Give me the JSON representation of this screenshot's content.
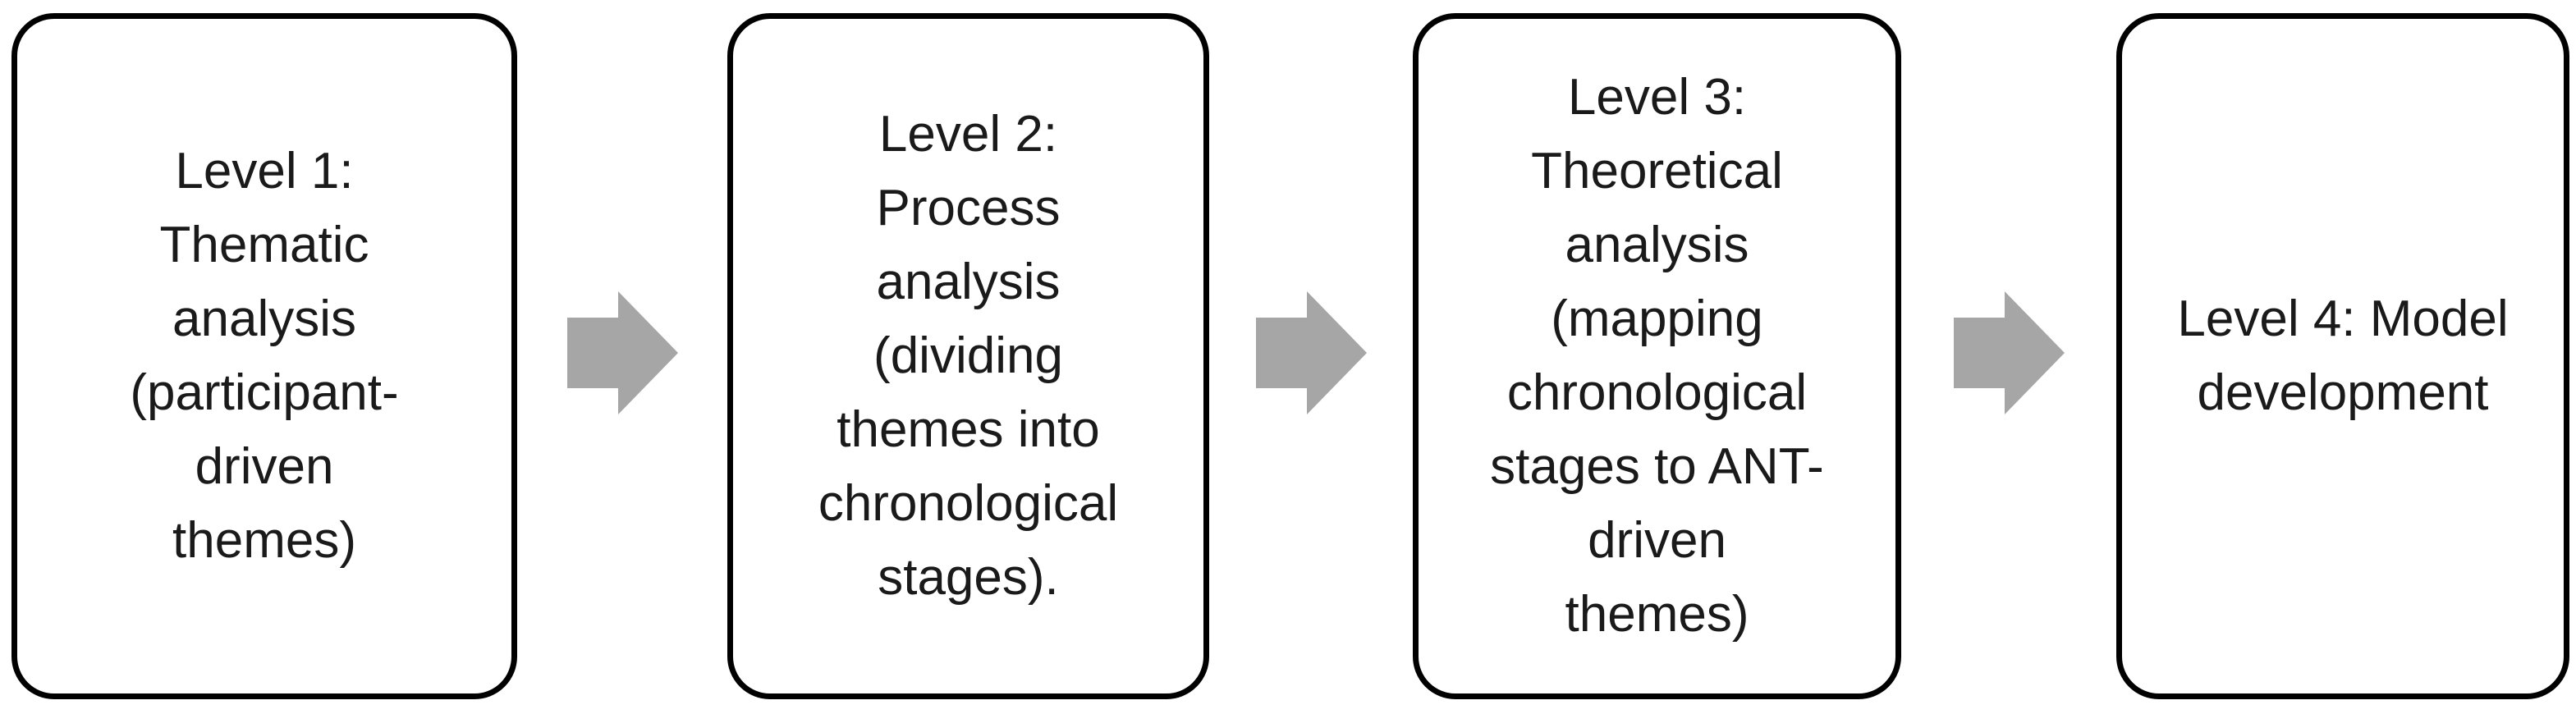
{
  "diagram": {
    "type": "flowchart-horizontal",
    "colors": {
      "arrow": "#a6a6a6",
      "border": "#000000",
      "box_fill": "#ffffff",
      "text": "#1a1a1a",
      "background": "#ffffff"
    },
    "boxes": [
      {
        "id": "level-1",
        "label": "Level 1: Thematic analysis (participant-driven themes)",
        "lines": [
          "Level 1:",
          "Thematic",
          "analysis",
          "(participant-",
          "driven",
          "themes)"
        ]
      },
      {
        "id": "level-2",
        "label": "Level 2: Process analysis (dividing themes into chronological stages).",
        "lines": [
          "Level 2:",
          "Process",
          "analysis",
          "(dividing",
          "themes into",
          "chronological",
          "stages)."
        ]
      },
      {
        "id": "level-3",
        "label": "Level 3: Theoretical analysis (mapping chronological stages to ANT-driven themes)",
        "lines": [
          "Level 3:",
          "Theoretical",
          "analysis",
          "(mapping",
          "chronological",
          "stages to ANT-",
          "driven",
          "themes)"
        ]
      },
      {
        "id": "level-4",
        "label": "Level 4: Model development",
        "lines": [
          "Level 4: Model",
          "development"
        ]
      }
    ]
  }
}
